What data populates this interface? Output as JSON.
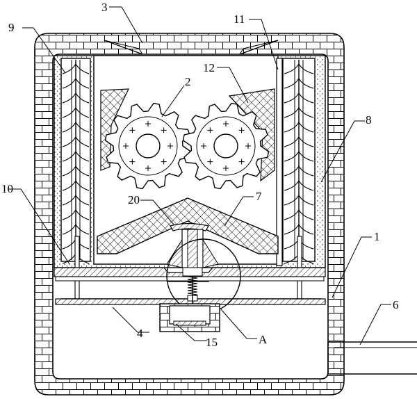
{
  "labels": {
    "l1": "1",
    "l2": "2",
    "l3": "3",
    "l4": "4",
    "l6": "6",
    "l7": "7",
    "l8": "8",
    "l9": "9",
    "l10": "10",
    "l11": "11",
    "l12": "12",
    "l15": "15",
    "l20": "20",
    "lA": "A"
  }
}
